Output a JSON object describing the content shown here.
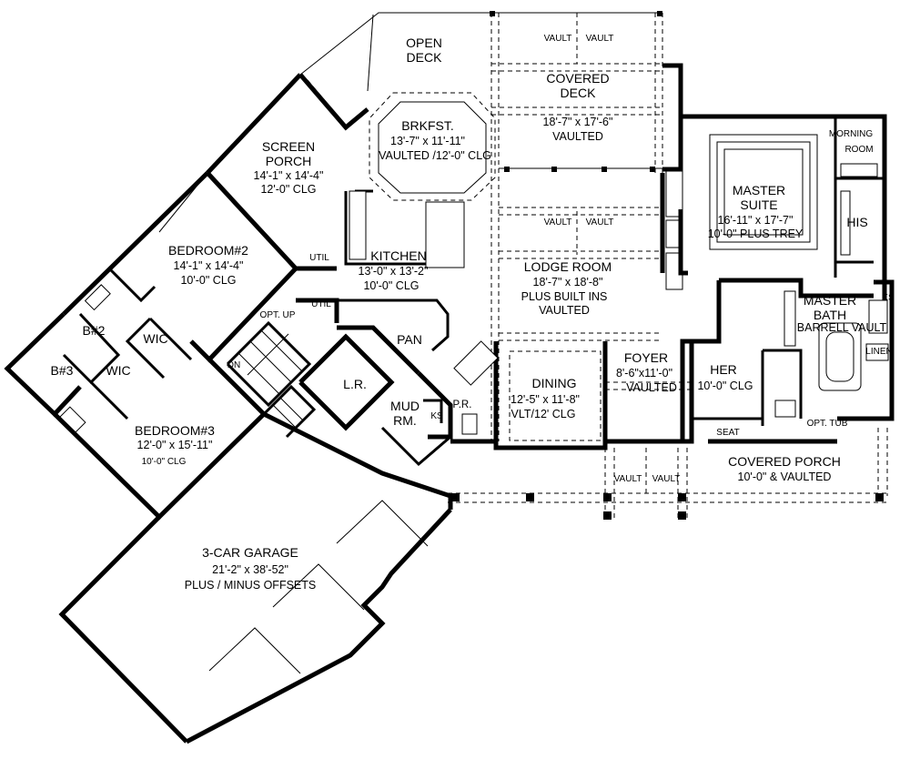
{
  "rooms": {
    "open_deck": [
      "OPEN",
      "DECK"
    ],
    "covered_deck": [
      "COVERED",
      "DECK",
      "18'-7\" x 17'-6\"",
      "VAULTED"
    ],
    "brkfst": [
      "BRKFST.",
      "13'-7\" x 11'-11\"",
      "VAULTED /12'-0\" CLG"
    ],
    "screen_porch": [
      "SCREEN",
      "PORCH",
      "14'-1\" x 14'-4\"",
      "12'-0\" CLG"
    ],
    "bedroom2": [
      "BEDROOM#2",
      "14'-1\" x 14'-4\"",
      "10'-0\" CLG"
    ],
    "kitchen": [
      "KITCHEN",
      "13'-0\" x 13'-2\"",
      "10'-0\" CLG"
    ],
    "lodge_room": [
      "LODGE ROOM",
      "18'-7\" x 18'-8\"",
      "PLUS BUILT INS",
      "VAULTED"
    ],
    "master_suite": [
      "MASTER",
      "SUITE",
      "16'-11\" x 17'-7\"",
      "10'-0\" PLUS TREY"
    ],
    "master_bath": [
      "MASTER",
      "BATH",
      "BARRELL VAULT"
    ],
    "dining": [
      "DINING",
      "12'-5\" x 11'-8\"",
      "VLT/12' CLG"
    ],
    "foyer": [
      "FOYER",
      "8'-6\"x11'-0\"",
      "VAULTED"
    ],
    "her": [
      "HER",
      "10'-0\" CLG"
    ],
    "bedroom3": [
      "BEDROOM#3",
      "12'-0\" x 15'-11\"",
      "10'-0\" CLG"
    ],
    "covered_porch": [
      "COVERED PORCH",
      "10'-0\" & VAULTED"
    ],
    "garage": [
      "3-CAR GARAGE",
      "21'-2\" x 38'-52\"",
      "PLUS / MINUS OFFSETS"
    ]
  },
  "small_labels": {
    "morning": "MORNING",
    "room": "ROOM",
    "his": "HIS",
    "ks_bath": "KS",
    "linen": "LINEN",
    "seat": "SEAT",
    "opt_tub": "OPT. TUB",
    "pan": "PAN",
    "lr": "L.R.",
    "mud": "MUD",
    "rm": "RM.",
    "ks_mud": "KS",
    "pr": "P.R.",
    "util1": "UTIL",
    "util2": "UTIL",
    "opt_up": "OPT. UP",
    "dn": "DN",
    "b2": "B#2",
    "b3": "B#3",
    "wic1": "WIC",
    "wic2": "WIC",
    "vault": "VAULT"
  }
}
